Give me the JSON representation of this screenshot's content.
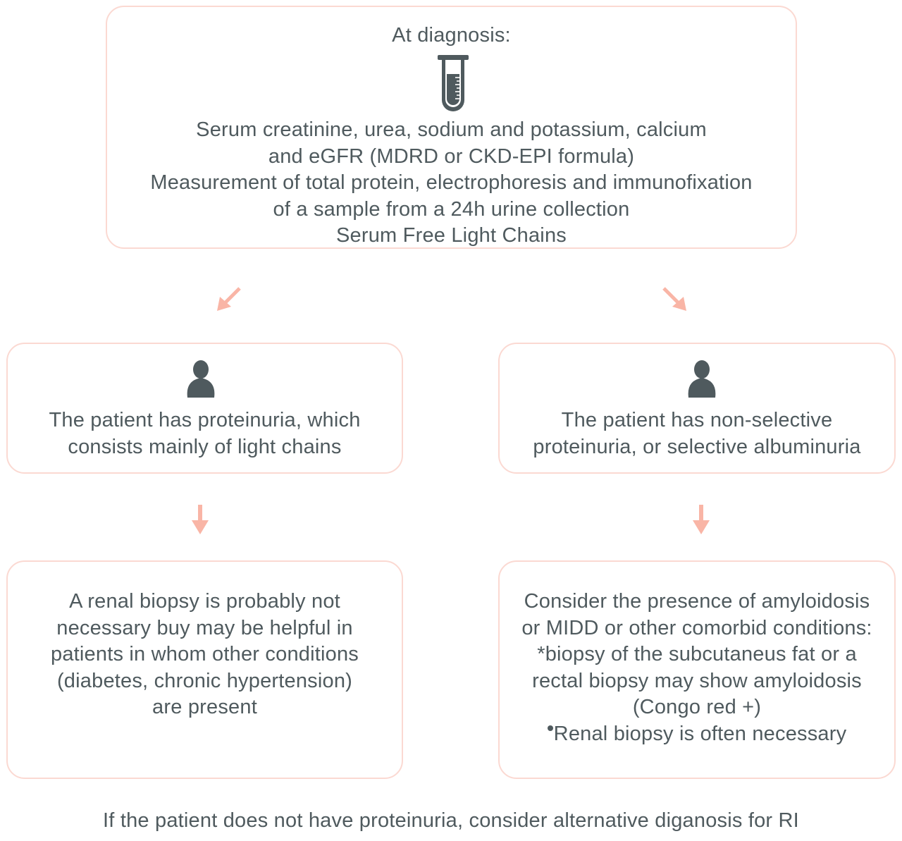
{
  "colors": {
    "border": "#fbd9d2",
    "arrow": "#f9b5a6",
    "text": "#4f5a5e",
    "icon": "#4f5a5e"
  },
  "top_box": {
    "title": "At diagnosis:",
    "icon": "test-tube-icon",
    "lines": [
      "Serum creatinine, urea, sodium and potassium, calcium",
      "and eGFR (MDRD or CKD-EPI formula)",
      "Measurement of total protein, electrophoresis and immunofixation",
      "of a sample from a 24h urine collection",
      "Serum Free Light Chains"
    ]
  },
  "arrows": {
    "top_left": "arrow-down-left-icon",
    "top_right": "arrow-down-right-icon",
    "mid_left": "arrow-down-icon",
    "mid_right": "arrow-down-icon"
  },
  "left_branch": {
    "icon": "person-icon",
    "condition_lines": [
      "The patient  has proteinuria, which",
      "consists mainly of light chains"
    ],
    "recommendation_lines": [
      "A renal biopsy is probably not",
      "necessary buy may be helpful in",
      "patients in whom other conditions",
      "(diabetes, chronic hypertension)",
      "are present"
    ]
  },
  "right_branch": {
    "icon": "person-icon",
    "condition_lines": [
      "The patient  has non-selective",
      "proteinuria, or selective albuminuria"
    ],
    "recommendation_lines": [
      "Consider the presence of amyloidosis",
      "or MIDD or other comorbid conditions:",
      "*biopsy of the subcutaneus fat or a",
      "rectal biopsy may show amyloidosis",
      "(Congo red +)"
    ],
    "bullet_line": "Renal biopsy is often necessary"
  },
  "footer": "If the patient does not have proteinuria, consider alternative diganosis for RI"
}
